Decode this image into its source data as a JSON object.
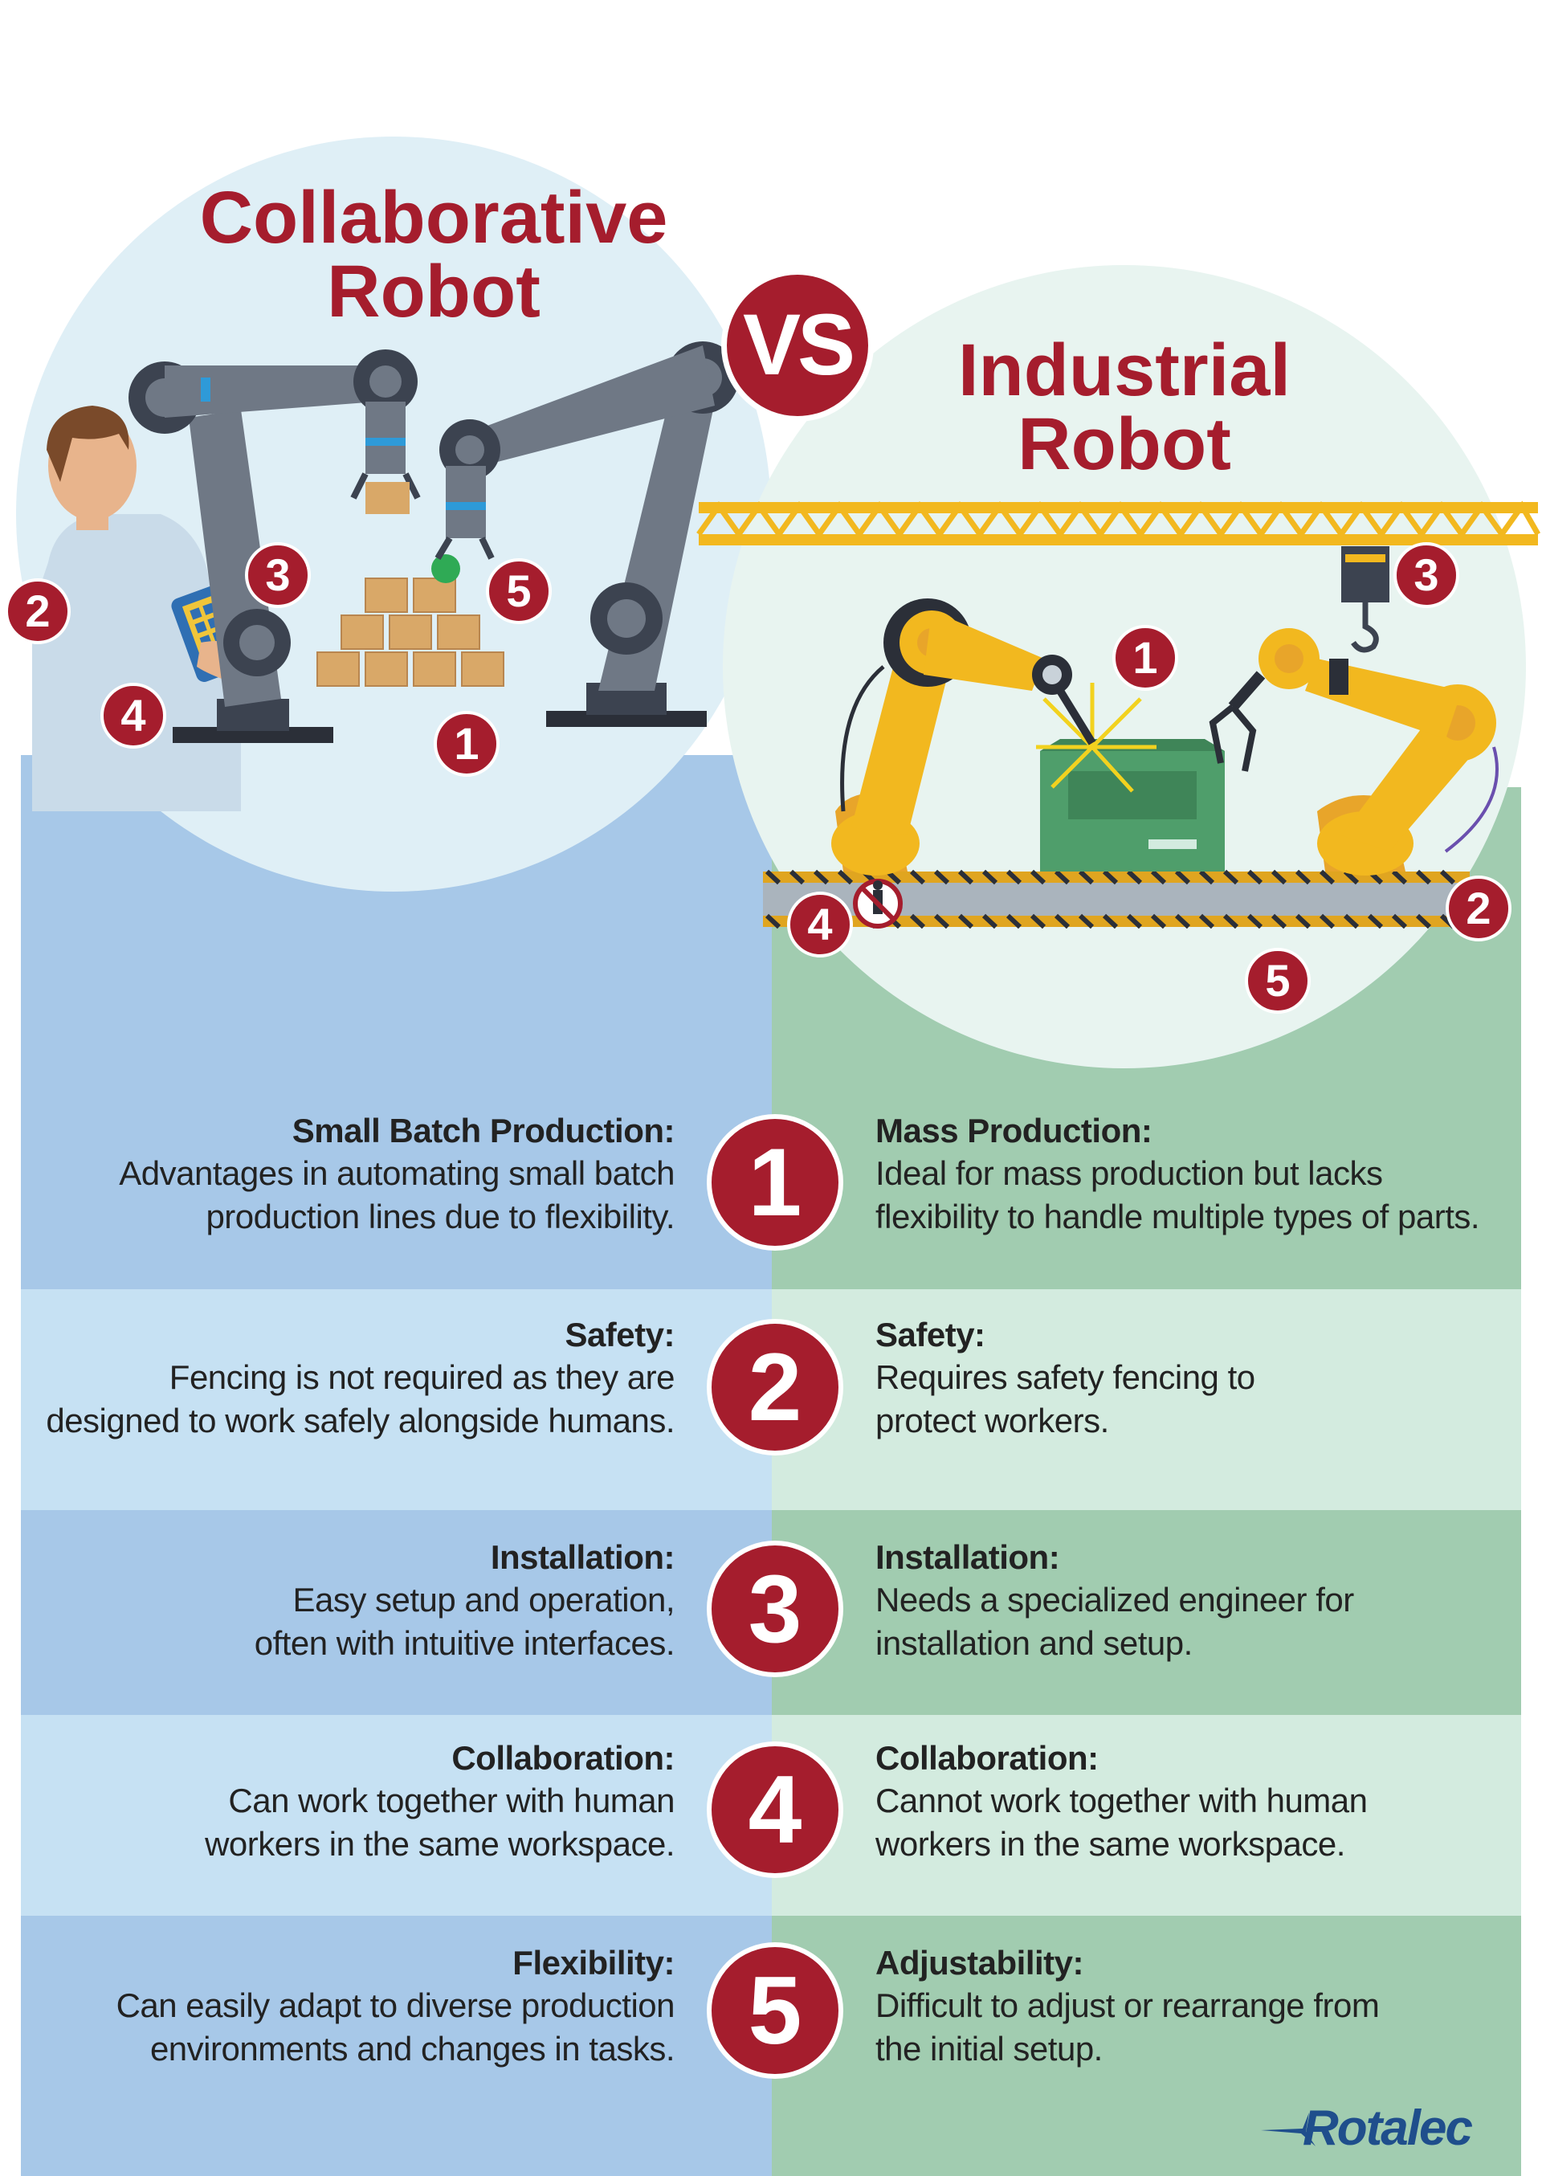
{
  "titles": {
    "left_line1": "Collaborative",
    "left_line2": "Robot",
    "vs": "VS",
    "right_line1": "Industrial",
    "right_line2": "Robot"
  },
  "colors": {
    "accent_red": "#a51d2d",
    "left_panel": "#a7c8e8",
    "right_panel": "#a1ccb0"
  },
  "illustration_badges": {
    "left": [
      "1",
      "2",
      "3",
      "4",
      "5"
    ],
    "right": [
      "1",
      "2",
      "3",
      "4",
      "5"
    ]
  },
  "comparison": [
    {
      "number": "1",
      "left": {
        "heading": "Small Batch Production:",
        "text": [
          "Advantages in automating small batch",
          "production lines due to flexibility."
        ]
      },
      "right": {
        "heading": "Mass Production:",
        "text": [
          "Ideal for mass production but lacks",
          "flexibility to handle multiple types of parts."
        ]
      }
    },
    {
      "number": "2",
      "left": {
        "heading": "Safety:",
        "text": [
          "Fencing is not required as they are",
          "designed to work safely alongside humans."
        ]
      },
      "right": {
        "heading": "Safety:",
        "text": [
          "Requires safety fencing to",
          "protect workers."
        ]
      }
    },
    {
      "number": "3",
      "left": {
        "heading": "Installation:",
        "text": [
          "Easy setup and operation,",
          "often with intuitive interfaces."
        ]
      },
      "right": {
        "heading": "Installation:",
        "text": [
          "Needs a specialized engineer for",
          "installation and setup."
        ]
      }
    },
    {
      "number": "4",
      "left": {
        "heading": "Collaboration:",
        "text": [
          "Can work together with human",
          "workers in the same workspace."
        ]
      },
      "right": {
        "heading": "Collaboration:",
        "text": [
          "Cannot work together with human",
          "workers in the same workspace."
        ]
      }
    },
    {
      "number": "5",
      "left": {
        "heading": "Flexibility:",
        "text": [
          "Can easily adapt to diverse production",
          "environments and changes in tasks."
        ]
      },
      "right": {
        "heading": "Adjustability:",
        "text": [
          "Difficult to adjust or rearrange from",
          "the initial setup."
        ]
      }
    }
  ],
  "logo": {
    "text": "Rotalec"
  }
}
